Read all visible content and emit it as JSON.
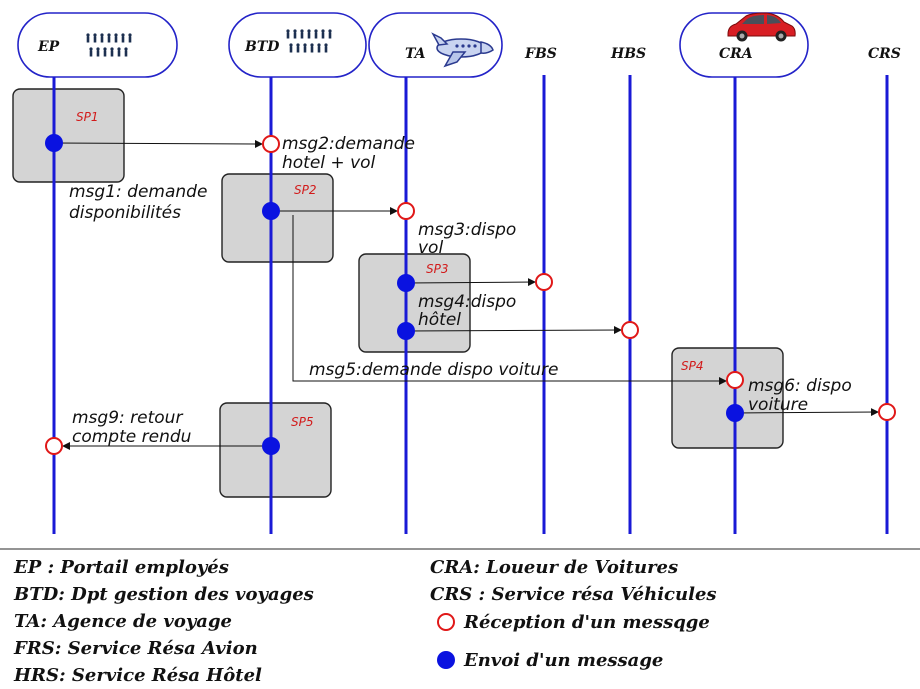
{
  "participants": [
    {
      "id": "EP",
      "label": "EP"
    },
    {
      "id": "BTD",
      "label": "BTD"
    },
    {
      "id": "TA",
      "label": "TA"
    },
    {
      "id": "FBS",
      "label": "FBS"
    },
    {
      "id": "HBS",
      "label": "HBS"
    },
    {
      "id": "CRA",
      "label": "CRA"
    },
    {
      "id": "CRS",
      "label": "CRS"
    }
  ],
  "processes": [
    {
      "label": "SP1"
    },
    {
      "label": "SP2"
    },
    {
      "label": "SP3"
    },
    {
      "label": "SP4"
    },
    {
      "label": "SP5"
    }
  ],
  "messages": {
    "msg1": [
      "msg1: demande",
      "disponibilités"
    ],
    "msg2": [
      "msg2:demande",
      "hotel + vol"
    ],
    "msg3": [
      "msg3:dispo",
      "vol"
    ],
    "msg4": [
      "msg4:dispo",
      "hôtel"
    ],
    "msg5": [
      "msg5:demande dispo voiture"
    ],
    "msg6": [
      "msg6: dispo",
      "voiture"
    ],
    "msg9": [
      "msg9: retour",
      "compte rendu"
    ]
  },
  "legend": {
    "left": [
      "EP : Portail employés",
      "BTD: Dpt gestion des voyages",
      "TA: Agence de voyage",
      "FRS: Service Résa Avion",
      "HRS: Service Résa Hôtel"
    ],
    "right": [
      "CRA: Loueur de Voitures",
      "CRS : Service résa Véhicules"
    ],
    "reception": "Réception d'un messqge",
    "envoi": "Envoi d'un message"
  },
  "colors": {
    "lifeline": "#1a1ad6",
    "send": "#0a12e0",
    "receive": "#e01818",
    "process_fill": "#d4d4d4",
    "sp_text": "#d21a1a"
  }
}
